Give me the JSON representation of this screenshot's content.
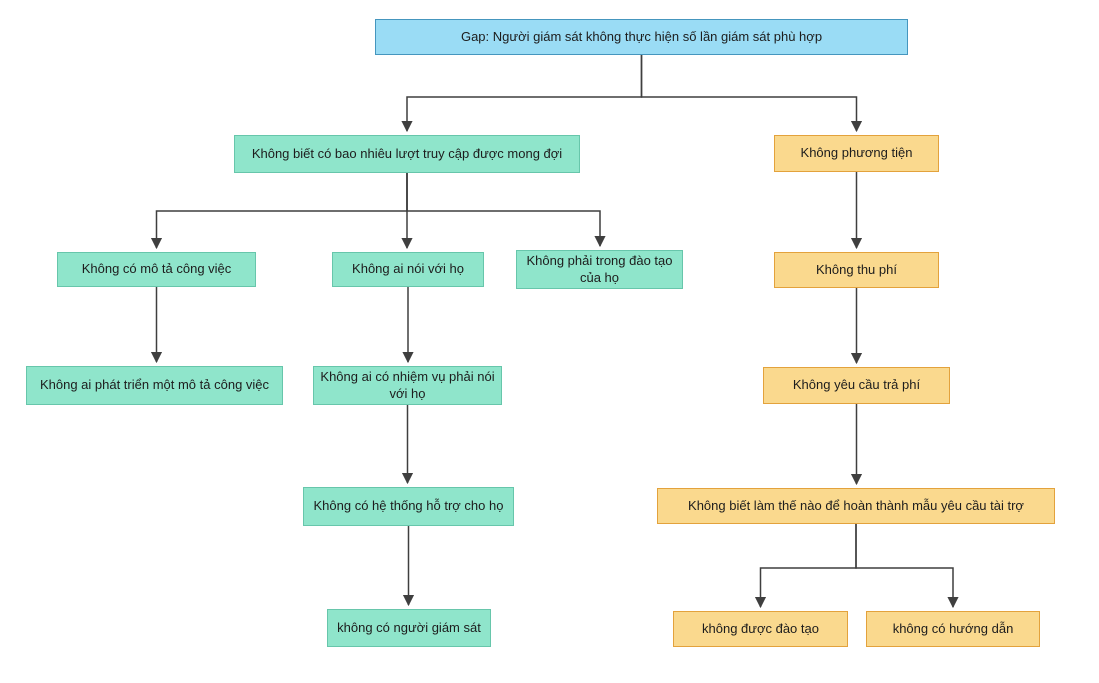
{
  "diagram": {
    "kind": "cause-tree-flowchart",
    "language": "vi",
    "colors": {
      "root_fill": "#9adcf5",
      "root_border": "#4596be",
      "cause_fill": "#8fe5cb",
      "cause_border": "#67c6ab",
      "barrier_fill": "#fad98e",
      "barrier_border": "#e3a23c",
      "connector": "#3f3f3f",
      "background": "#ffffff"
    },
    "nodes": [
      {
        "id": "gap-statement",
        "label": "Gap: Người giám sát không thực hiện số lần giám sát phù hợp"
      },
      {
        "id": "unknown-expected-visits",
        "label": "Không biết có bao nhiêu lượt truy cập được mong đợi"
      },
      {
        "id": "no-means",
        "label": "Không phương tiện"
      },
      {
        "id": "no-job-description",
        "label": "Không có mô tả công việc"
      },
      {
        "id": "nobody-told-them",
        "label": "Không ai nói với họ"
      },
      {
        "id": "not-in-training",
        "label": "Không phải trong đào tạo của họ"
      },
      {
        "id": "no-fees-collected",
        "label": "Không thu phí"
      },
      {
        "id": "no-job-description-developed",
        "label": "Không ai phát triển một mô tả công việc"
      },
      {
        "id": "nobody-tasked-to-tell",
        "label": "Không ai có nhiệm vụ phải nói với họ"
      },
      {
        "id": "no-fee-requirement",
        "label": "Không yêu cầu trả phí"
      },
      {
        "id": "no-support-system",
        "label": "Không có hệ thống hỗ trợ cho họ"
      },
      {
        "id": "unknown-funding-form",
        "label": "Không biết làm thế nào để hoàn thành mẫu yêu cầu tài trợ"
      },
      {
        "id": "no-supervisor",
        "label": "không có người giám sát"
      },
      {
        "id": "not-trained",
        "label": "không được đào tạo"
      },
      {
        "id": "no-instructions",
        "label": "không có hướng dẫn"
      }
    ],
    "edges": [
      {
        "from": "gap-statement",
        "to": "unknown-expected-visits"
      },
      {
        "from": "gap-statement",
        "to": "no-means"
      },
      {
        "from": "unknown-expected-visits",
        "to": "no-job-description"
      },
      {
        "from": "unknown-expected-visits",
        "to": "nobody-told-them"
      },
      {
        "from": "unknown-expected-visits",
        "to": "not-in-training"
      },
      {
        "from": "no-job-description",
        "to": "no-job-description-developed"
      },
      {
        "from": "nobody-told-them",
        "to": "nobody-tasked-to-tell"
      },
      {
        "from": "nobody-tasked-to-tell",
        "to": "no-support-system"
      },
      {
        "from": "no-support-system",
        "to": "no-supervisor"
      },
      {
        "from": "no-means",
        "to": "no-fees-collected"
      },
      {
        "from": "no-fees-collected",
        "to": "no-fee-requirement"
      },
      {
        "from": "no-fee-requirement",
        "to": "unknown-funding-form"
      },
      {
        "from": "unknown-funding-form",
        "to": "not-trained"
      },
      {
        "from": "unknown-funding-form",
        "to": "no-instructions"
      }
    ]
  }
}
